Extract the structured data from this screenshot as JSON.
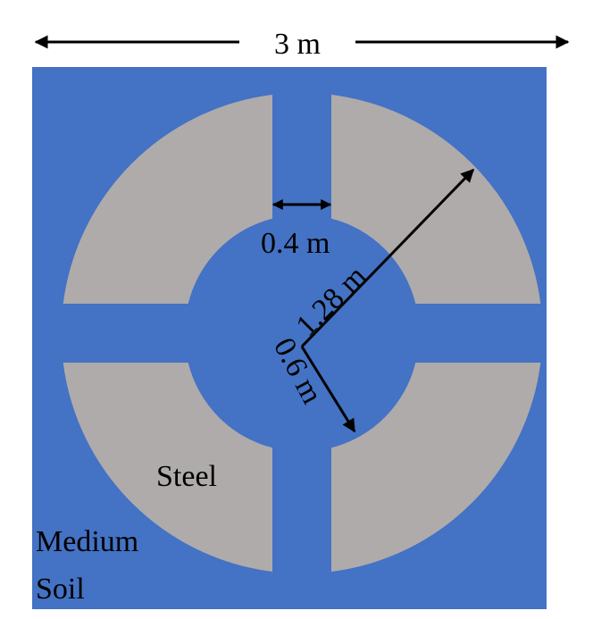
{
  "width_label": "3 m",
  "gap_label": "0.4 m",
  "outer_radius_label": "1.28 m",
  "inner_radius_label": "0.6 m",
  "material_label": "Steel",
  "medium_label_line1": "Medium",
  "medium_label_line2": "Soil",
  "colors": {
    "soil": "#4472C4",
    "steel": "#AFABAB",
    "ink": "#000000"
  }
}
